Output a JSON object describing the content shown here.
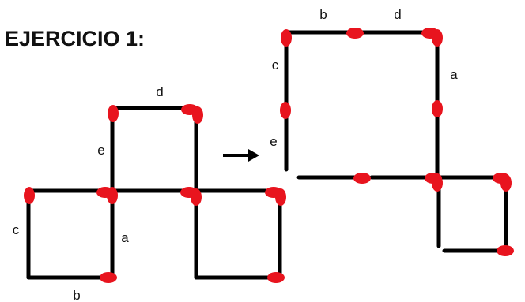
{
  "title": "EJERCICIO 1:",
  "colors": {
    "matchstick": "#000000",
    "match_head": "#e8141e",
    "text": "#111111",
    "background": "#ffffff"
  },
  "before_figure": {
    "labels": {
      "a": "a",
      "b": "b",
      "c": "c",
      "d": "d",
      "e": "e"
    }
  },
  "arrow": "→",
  "after_figure": {
    "labels": {
      "a": "a",
      "b": "b",
      "c": "c",
      "d": "d",
      "e": "e"
    }
  }
}
